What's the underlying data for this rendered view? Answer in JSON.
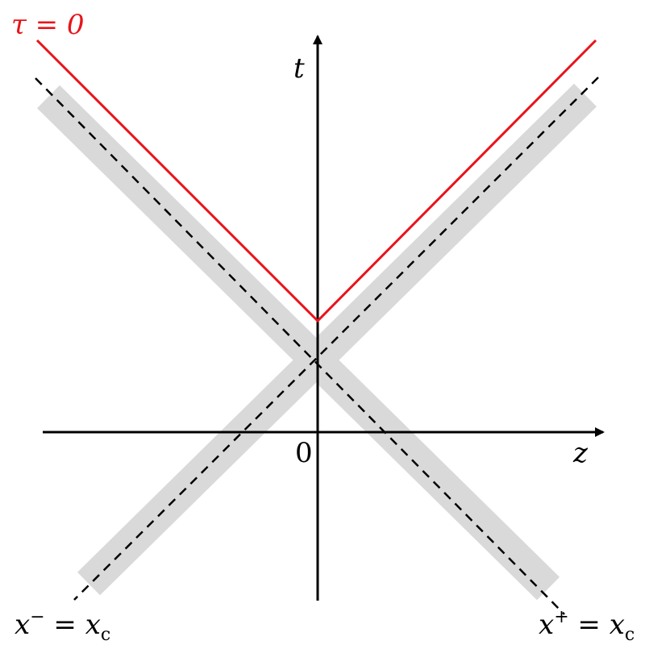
{
  "diagram": {
    "labels": {
      "tau_equals_zero": "τ = 0",
      "t_axis": "t",
      "z_axis": "z",
      "origin": "0",
      "x_minus_var": "x",
      "x_minus_sup": "−",
      "x_minus_eq": " = ",
      "x_minus_rhs_var": "x",
      "x_minus_rhs_sub": "c",
      "x_plus_var": "x",
      "x_plus_sup": "+",
      "x_plus_eq": " = ",
      "x_plus_rhs_var": "x",
      "x_plus_rhs_sub": "c"
    },
    "colors": {
      "tau_curve": "#e8141b",
      "band": "#d9d9d9",
      "axes": "#000000",
      "dashed_lines": "#000000"
    }
  }
}
